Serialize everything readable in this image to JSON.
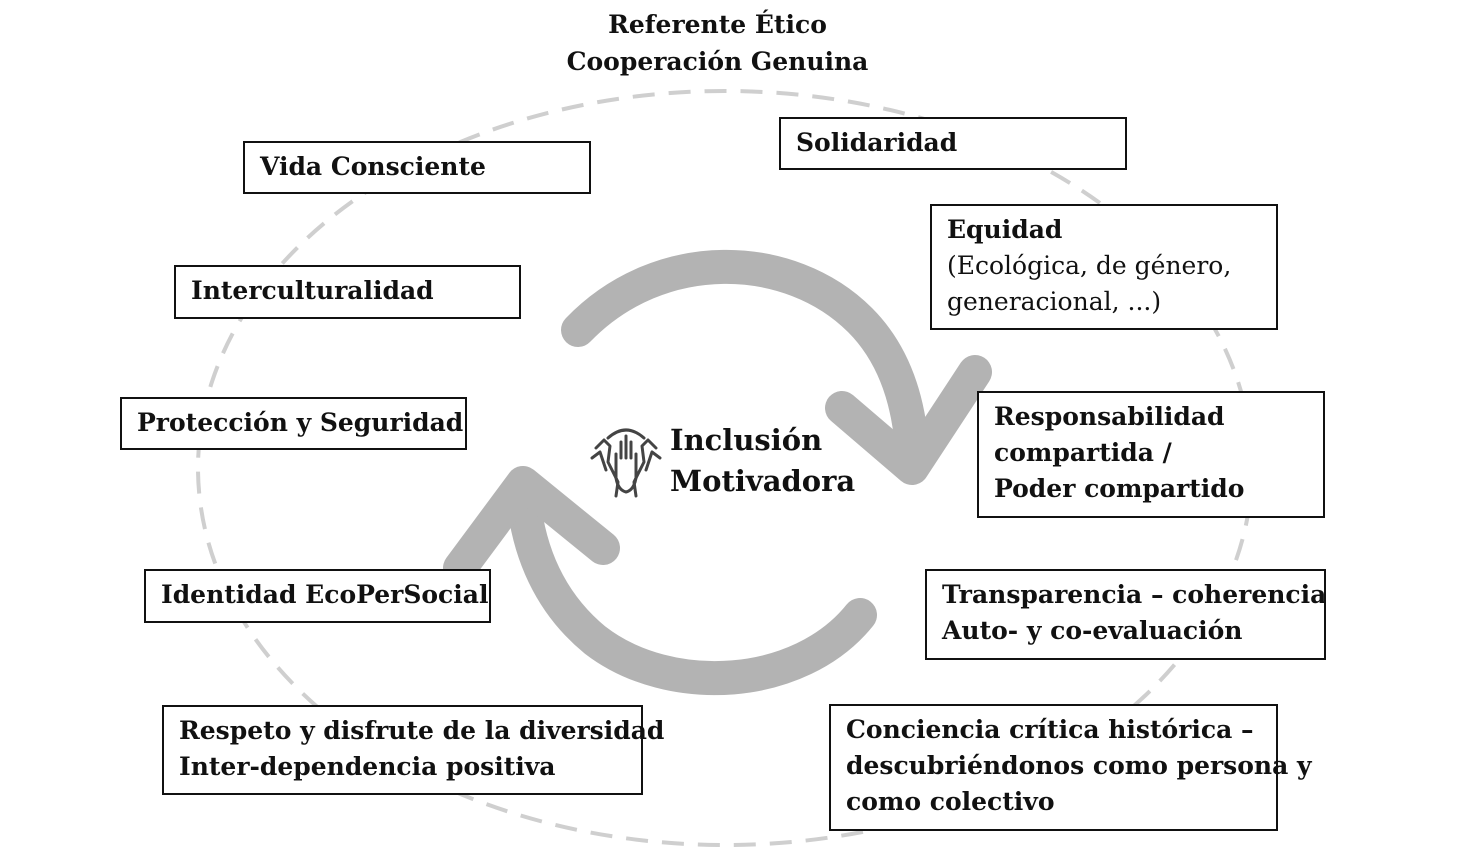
{
  "title": {
    "line1": "Referente Ético",
    "line2": "Cooperación Genuina"
  },
  "center": {
    "icon": "hands-icon",
    "line1": "Inclusión",
    "line2": "Motivadora"
  },
  "boxes": {
    "vida": {
      "line1": "Vida Consciente"
    },
    "intercult": {
      "line1": "Interculturalidad"
    },
    "proteccion": {
      "line1": "Protección y Seguridad"
    },
    "identidad": {
      "line1": "Identidad EcoPerSocial"
    },
    "respeto": {
      "line1": "Respeto y disfrute de la diversidad",
      "line2": "Inter-dependencia positiva"
    },
    "solidaridad": {
      "line1": "Solidaridad"
    },
    "equidad": {
      "line1": "Equidad",
      "line2": "(Ecológica, de género,",
      "line3": "generacional, ...)"
    },
    "responsabilidad": {
      "line1": "Responsabilidad",
      "line2": "compartida /",
      "line3": "Poder compartido"
    },
    "transparencia": {
      "line1": "Transparencia – coherencia",
      "line2": "Auto- y co-evaluación"
    },
    "conciencia": {
      "line1": "Conciencia crítica histórica –",
      "line2": "descubriéndonos como persona y",
      "line3": "como colectivo"
    }
  },
  "colors": {
    "cycle_arrows": "#b3b3b3",
    "dashed_ellipse": "#cfcfcf",
    "border": "#111111"
  }
}
